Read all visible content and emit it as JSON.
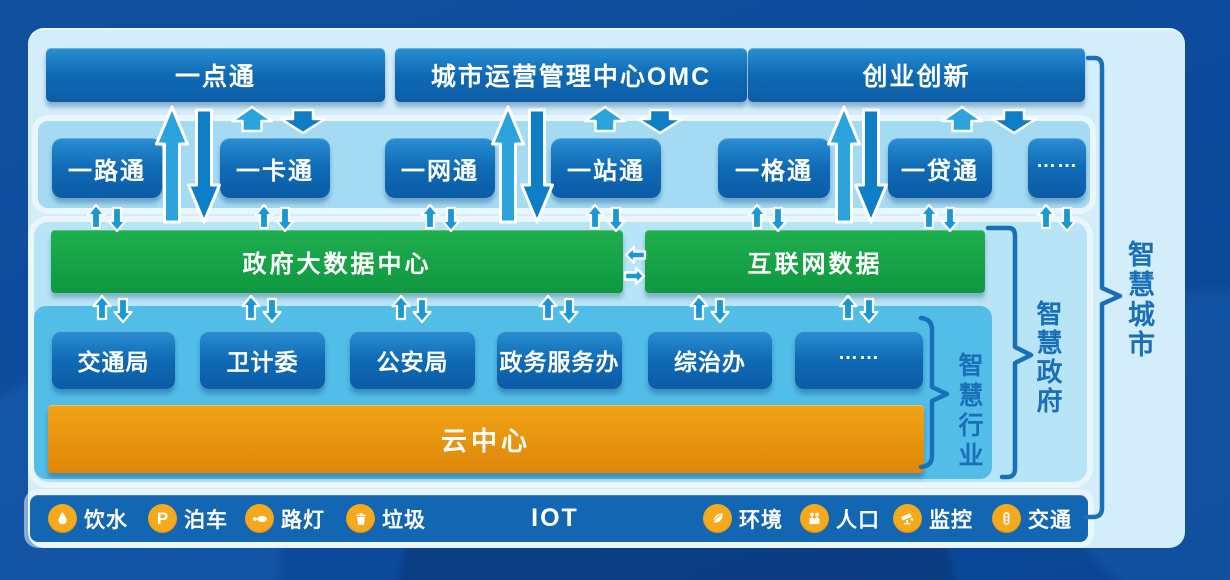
{
  "top_apps": [
    {
      "label": "一点通"
    },
    {
      "label": "城市运营管理中心OMC"
    },
    {
      "label": "创业创新"
    }
  ],
  "services": [
    {
      "label": "一路通"
    },
    {
      "label": "一卡通"
    },
    {
      "label": "一网通"
    },
    {
      "label": "一站通"
    },
    {
      "label": "一格通"
    },
    {
      "label": "一贷通"
    },
    {
      "label": "……"
    }
  ],
  "data_layers": [
    {
      "label": "政府大数据中心"
    },
    {
      "label": "互联网数据"
    }
  ],
  "departments": [
    {
      "label": "交通局"
    },
    {
      "label": "卫计委"
    },
    {
      "label": "公安局"
    },
    {
      "label": "政务服务办"
    },
    {
      "label": "综治办"
    },
    {
      "label": "……"
    }
  ],
  "cloud_center": {
    "label": "云中心"
  },
  "iot": {
    "title": "IOT",
    "items_left": [
      {
        "icon": "water-drop-icon",
        "label": "饮水"
      },
      {
        "icon": "parking-icon",
        "label": "泊车"
      },
      {
        "icon": "street-light-icon",
        "label": "路灯"
      },
      {
        "icon": "trash-icon",
        "label": "垃圾"
      }
    ],
    "items_right": [
      {
        "icon": "leaf-icon",
        "label": "环境"
      },
      {
        "icon": "people-icon",
        "label": "人口"
      },
      {
        "icon": "camera-icon",
        "label": "监控"
      },
      {
        "icon": "traffic-light-icon",
        "label": "交通"
      }
    ]
  },
  "group_labels": {
    "smart_industry": "智慧行业",
    "smart_government": "智慧政府",
    "smart_city": "智慧城市"
  },
  "colors": {
    "background": "#0c4a9b",
    "panel_light": "#d3edfa",
    "band_blue": "#a4dbf3",
    "gov_panel": "#b7e4f7",
    "industry_panel": "#52bde7",
    "box_blue": "#0f6ab5",
    "green": "#119e44",
    "orange": "#eb9410",
    "icon_orange": "#f5a91d",
    "bracket_blue": "#1a70b8",
    "iot_bar_blue": "#1266b2"
  }
}
